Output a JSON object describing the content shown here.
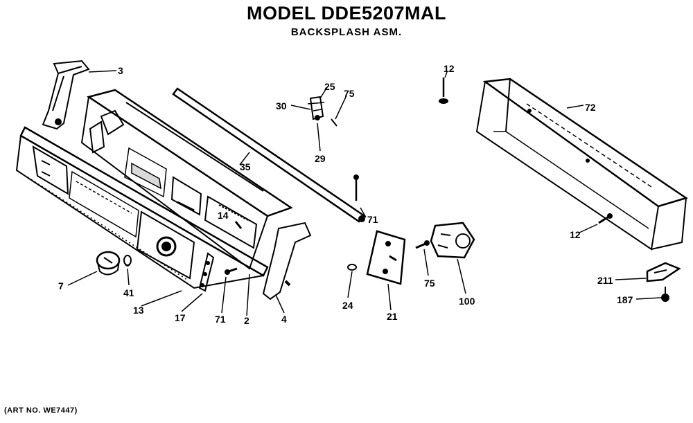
{
  "title": "MODEL DDE5207MAL",
  "subtitle": "BACKSPLASH ASM.",
  "footer": "(ART NO. WE7447)",
  "callouts": {
    "c3": "3",
    "c7": "7",
    "c41": "41",
    "c13": "13",
    "c17": "17",
    "c71a": "71",
    "c2": "2",
    "c4": "4",
    "c14": "14",
    "c35": "35",
    "c30": "30",
    "c25": "25",
    "c75a": "75",
    "c29": "29",
    "c71b": "71",
    "c24": "24",
    "c21": "21",
    "c75b": "75",
    "c100": "100",
    "c12a": "12",
    "c72": "72",
    "c12b": "12",
    "c211": "211",
    "c187": "187"
  }
}
